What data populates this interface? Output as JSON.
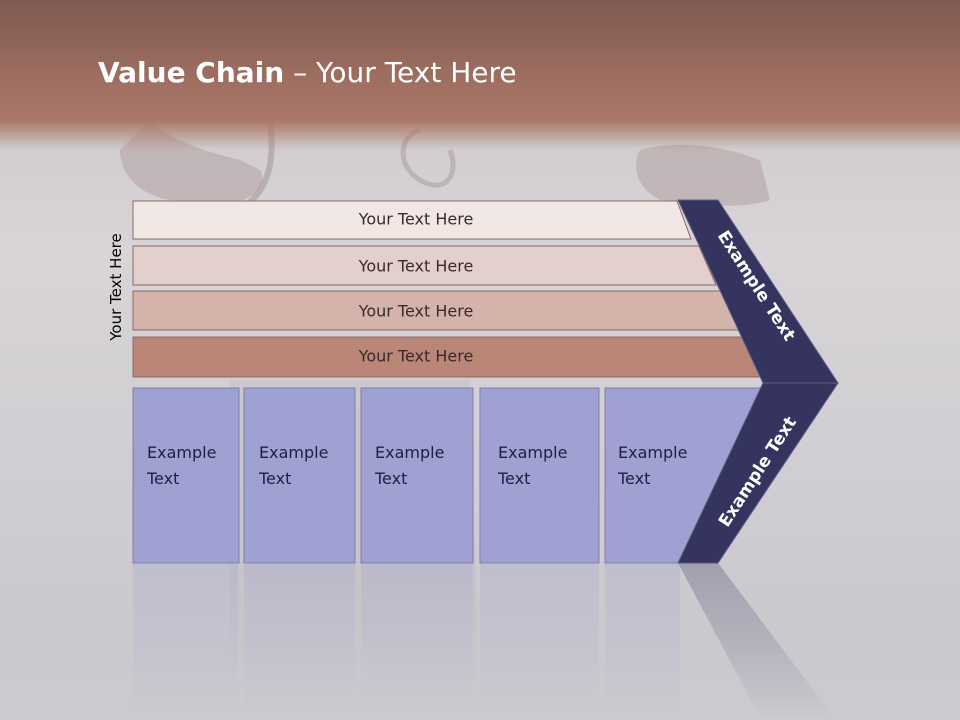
{
  "slide": {
    "title_bold": "Value Chain",
    "title_rest": " – Your Text Here",
    "side_label": "Your Text Here"
  },
  "bars": [
    {
      "label": "Your Text Here",
      "color": "#f1e8e6"
    },
    {
      "label": "Your Text Here",
      "color": "#e3cfcb"
    },
    {
      "label": "Your Text Here",
      "color": "#d4b3ab"
    },
    {
      "label": "Your Text Here",
      "color": "#b98677"
    }
  ],
  "cells": [
    {
      "line1": "Example",
      "line2": "Text"
    },
    {
      "line1": "Example",
      "line2": "Text"
    },
    {
      "line1": "Example",
      "line2": "Text"
    },
    {
      "line1": "Example",
      "line2": "Text"
    },
    {
      "line1": "Example",
      "line2": "Text"
    }
  ],
  "chevron": {
    "top_label": "Example Text",
    "bottom_label": "Example Text",
    "color": "#34345f"
  },
  "colors": {
    "cell_fill": "#9ea1d1",
    "header": "#9b6a5d"
  }
}
